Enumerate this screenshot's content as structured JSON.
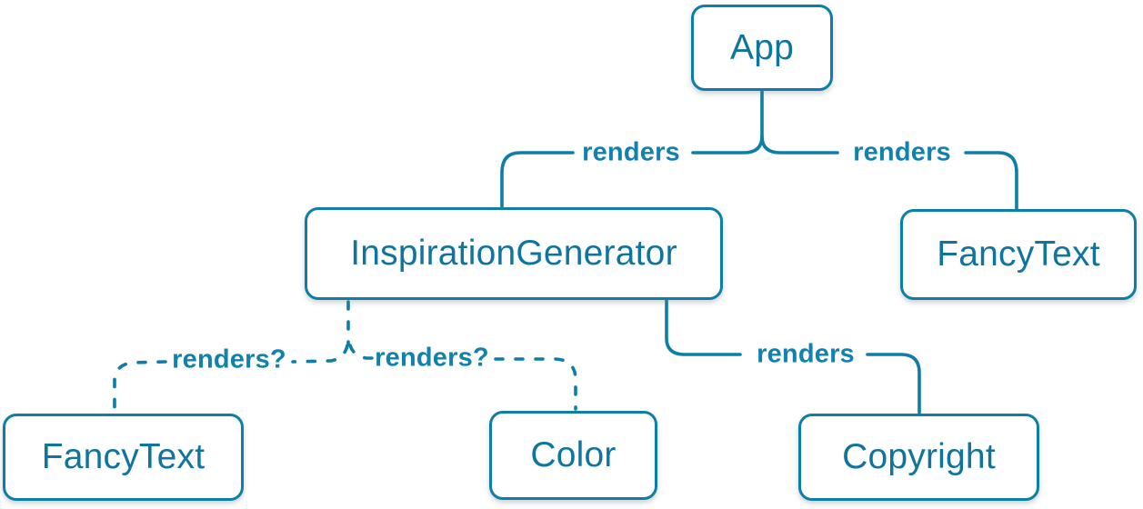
{
  "diagram": {
    "title": "React render tree diagram",
    "colors": {
      "line": "#0d7ea8",
      "node_border": "#0d7ea8",
      "node_fill": "#ffffff",
      "node_text": "#10759d",
      "label_text": "#1181ad",
      "background": "#ffffff"
    },
    "nodes": [
      {
        "id": "app",
        "label": "App"
      },
      {
        "id": "inspiration-generator",
        "label": "InspirationGenerator"
      },
      {
        "id": "fancy-text-top",
        "label": "FancyText"
      },
      {
        "id": "fancy-text-bottom",
        "label": "FancyText"
      },
      {
        "id": "color",
        "label": "Color"
      },
      {
        "id": "copyright",
        "label": "Copyright"
      }
    ],
    "edges": [
      {
        "from": "App",
        "to": "InspirationGenerator",
        "label": "renders",
        "style": "solid"
      },
      {
        "from": "App",
        "to": "FancyText",
        "label": "renders",
        "style": "solid"
      },
      {
        "from": "InspirationGenerator",
        "to": "FancyText",
        "label": "renders?",
        "style": "dashed"
      },
      {
        "from": "InspirationGenerator",
        "to": "Color",
        "label": "renders?",
        "style": "dashed"
      },
      {
        "from": "InspirationGenerator",
        "to": "Copyright",
        "label": "renders",
        "style": "solid"
      }
    ]
  }
}
